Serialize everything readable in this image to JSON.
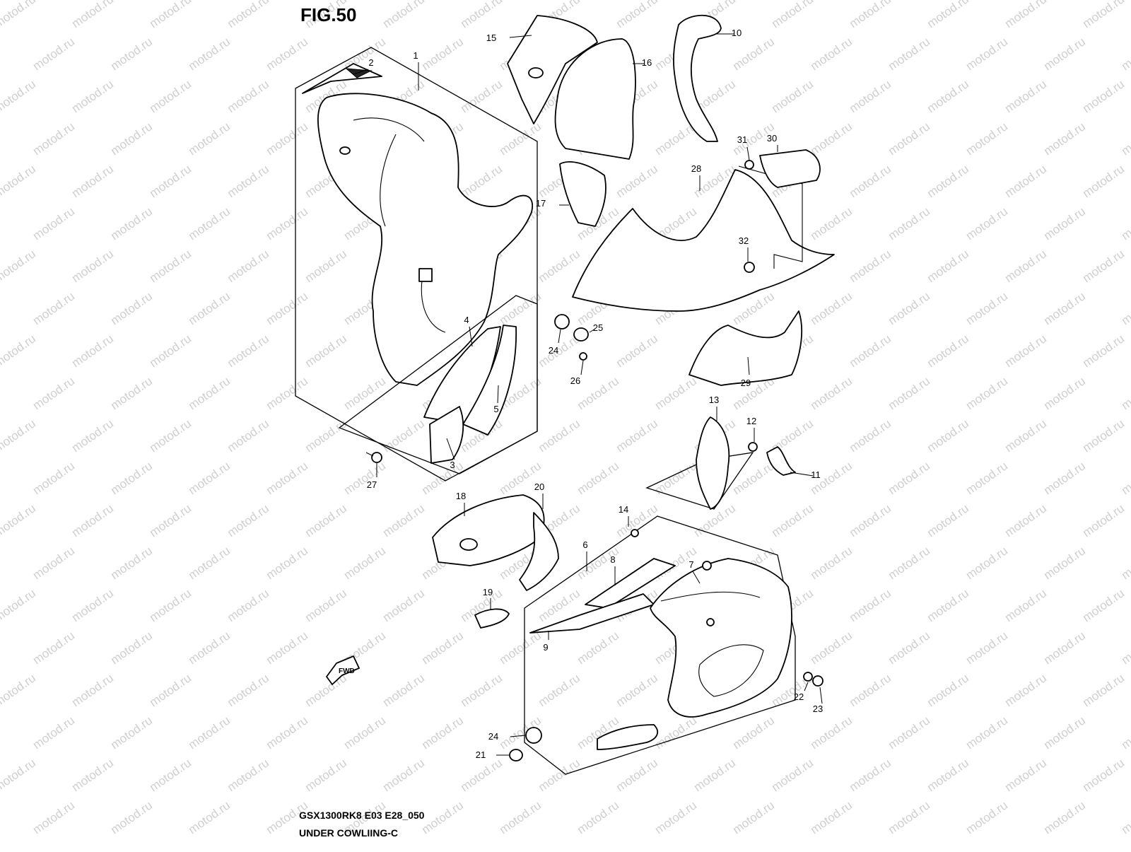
{
  "figure": {
    "title": "FIG.50",
    "code": "GSX1300RK8 E03 E28_050",
    "section": "UNDER COWLIING-C",
    "watermark": "motod.ru",
    "fwd_label": "FWD"
  },
  "callouts": [
    {
      "id": "1",
      "label": "1"
    },
    {
      "id": "2",
      "label": "2"
    },
    {
      "id": "3",
      "label": "3"
    },
    {
      "id": "4",
      "label": "4"
    },
    {
      "id": "5",
      "label": "5"
    },
    {
      "id": "6",
      "label": "6"
    },
    {
      "id": "7",
      "label": "7"
    },
    {
      "id": "8",
      "label": "8"
    },
    {
      "id": "9",
      "label": "9"
    },
    {
      "id": "10",
      "label": "10"
    },
    {
      "id": "11",
      "label": "11"
    },
    {
      "id": "12",
      "label": "12"
    },
    {
      "id": "13",
      "label": "13"
    },
    {
      "id": "14",
      "label": "14"
    },
    {
      "id": "15",
      "label": "15"
    },
    {
      "id": "16",
      "label": "16"
    },
    {
      "id": "17",
      "label": "17"
    },
    {
      "id": "18",
      "label": "18"
    },
    {
      "id": "19",
      "label": "19"
    },
    {
      "id": "20",
      "label": "20"
    },
    {
      "id": "21",
      "label": "21"
    },
    {
      "id": "22",
      "label": "22"
    },
    {
      "id": "23",
      "label": "23"
    },
    {
      "id": "24a",
      "label": "24"
    },
    {
      "id": "24b",
      "label": "24"
    },
    {
      "id": "25",
      "label": "25"
    },
    {
      "id": "26",
      "label": "26"
    },
    {
      "id": "27",
      "label": "27"
    },
    {
      "id": "28",
      "label": "28"
    },
    {
      "id": "29",
      "label": "29"
    },
    {
      "id": "30",
      "label": "30"
    },
    {
      "id": "31",
      "label": "31"
    },
    {
      "id": "32",
      "label": "32"
    }
  ]
}
